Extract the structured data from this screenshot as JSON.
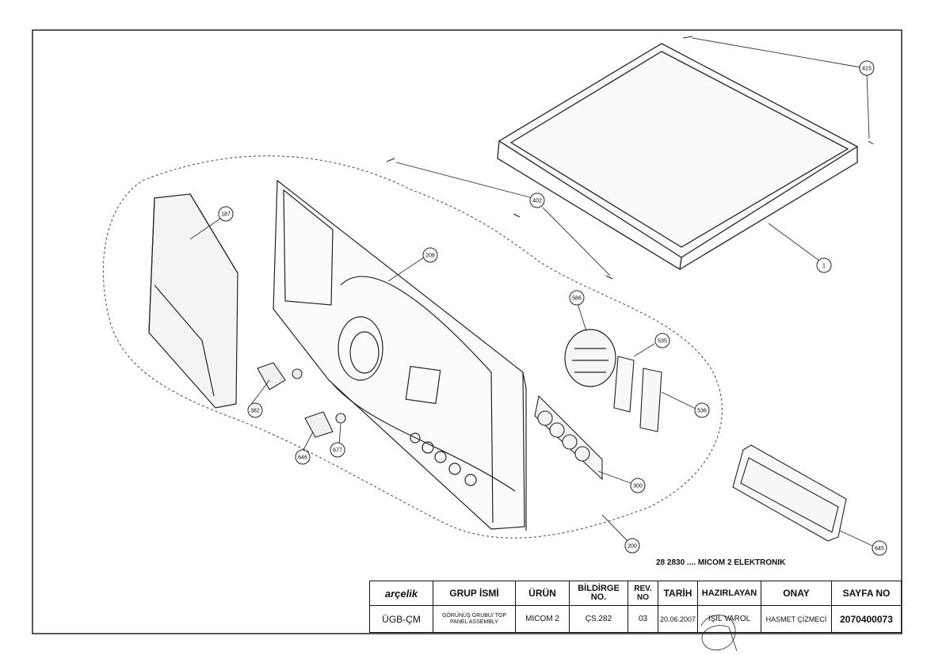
{
  "callouts": [
    {
      "id": "part-415",
      "label": "415"
    },
    {
      "id": "part-1",
      "label": "1"
    },
    {
      "id": "part-402",
      "label": "402"
    },
    {
      "id": "part-187",
      "label": "187"
    },
    {
      "id": "part-208",
      "label": "208"
    },
    {
      "id": "part-586",
      "label": "586"
    },
    {
      "id": "part-535",
      "label": "535"
    },
    {
      "id": "part-536",
      "label": "536"
    },
    {
      "id": "part-382",
      "label": "382"
    },
    {
      "id": "part-646",
      "label": "646"
    },
    {
      "id": "part-677",
      "label": "677"
    },
    {
      "id": "part-300",
      "label": "300"
    },
    {
      "id": "part-200",
      "label": "200"
    },
    {
      "id": "part-645",
      "label": "645"
    }
  ],
  "caption": "28 2830 .... MICOM 2 ELEKTRONIK",
  "title_block": {
    "logo": "arçelik",
    "headers": {
      "group": "GRUP İSMİ",
      "product": "ÜRÜN",
      "bulletin": "BİLDİRGE NO.",
      "rev": "REV. NO",
      "date": "TARİH",
      "prepared": "HAZIRLAYAN",
      "approval": "ONAY",
      "page": "SAYFA NO"
    },
    "values": {
      "dept": "ÜGB-ÇM",
      "group_name": "GÖRÜNÜŞ GRUBU/ TOP PANEL ASSEMBLY",
      "product": "MICOM 2",
      "bulletin": "ÇS.282",
      "rev": "03",
      "date": "20.06.2007",
      "prepared": "IŞIL VAROL",
      "approval": "HASMET ÇİZMECİ",
      "page": "2070400073"
    }
  }
}
